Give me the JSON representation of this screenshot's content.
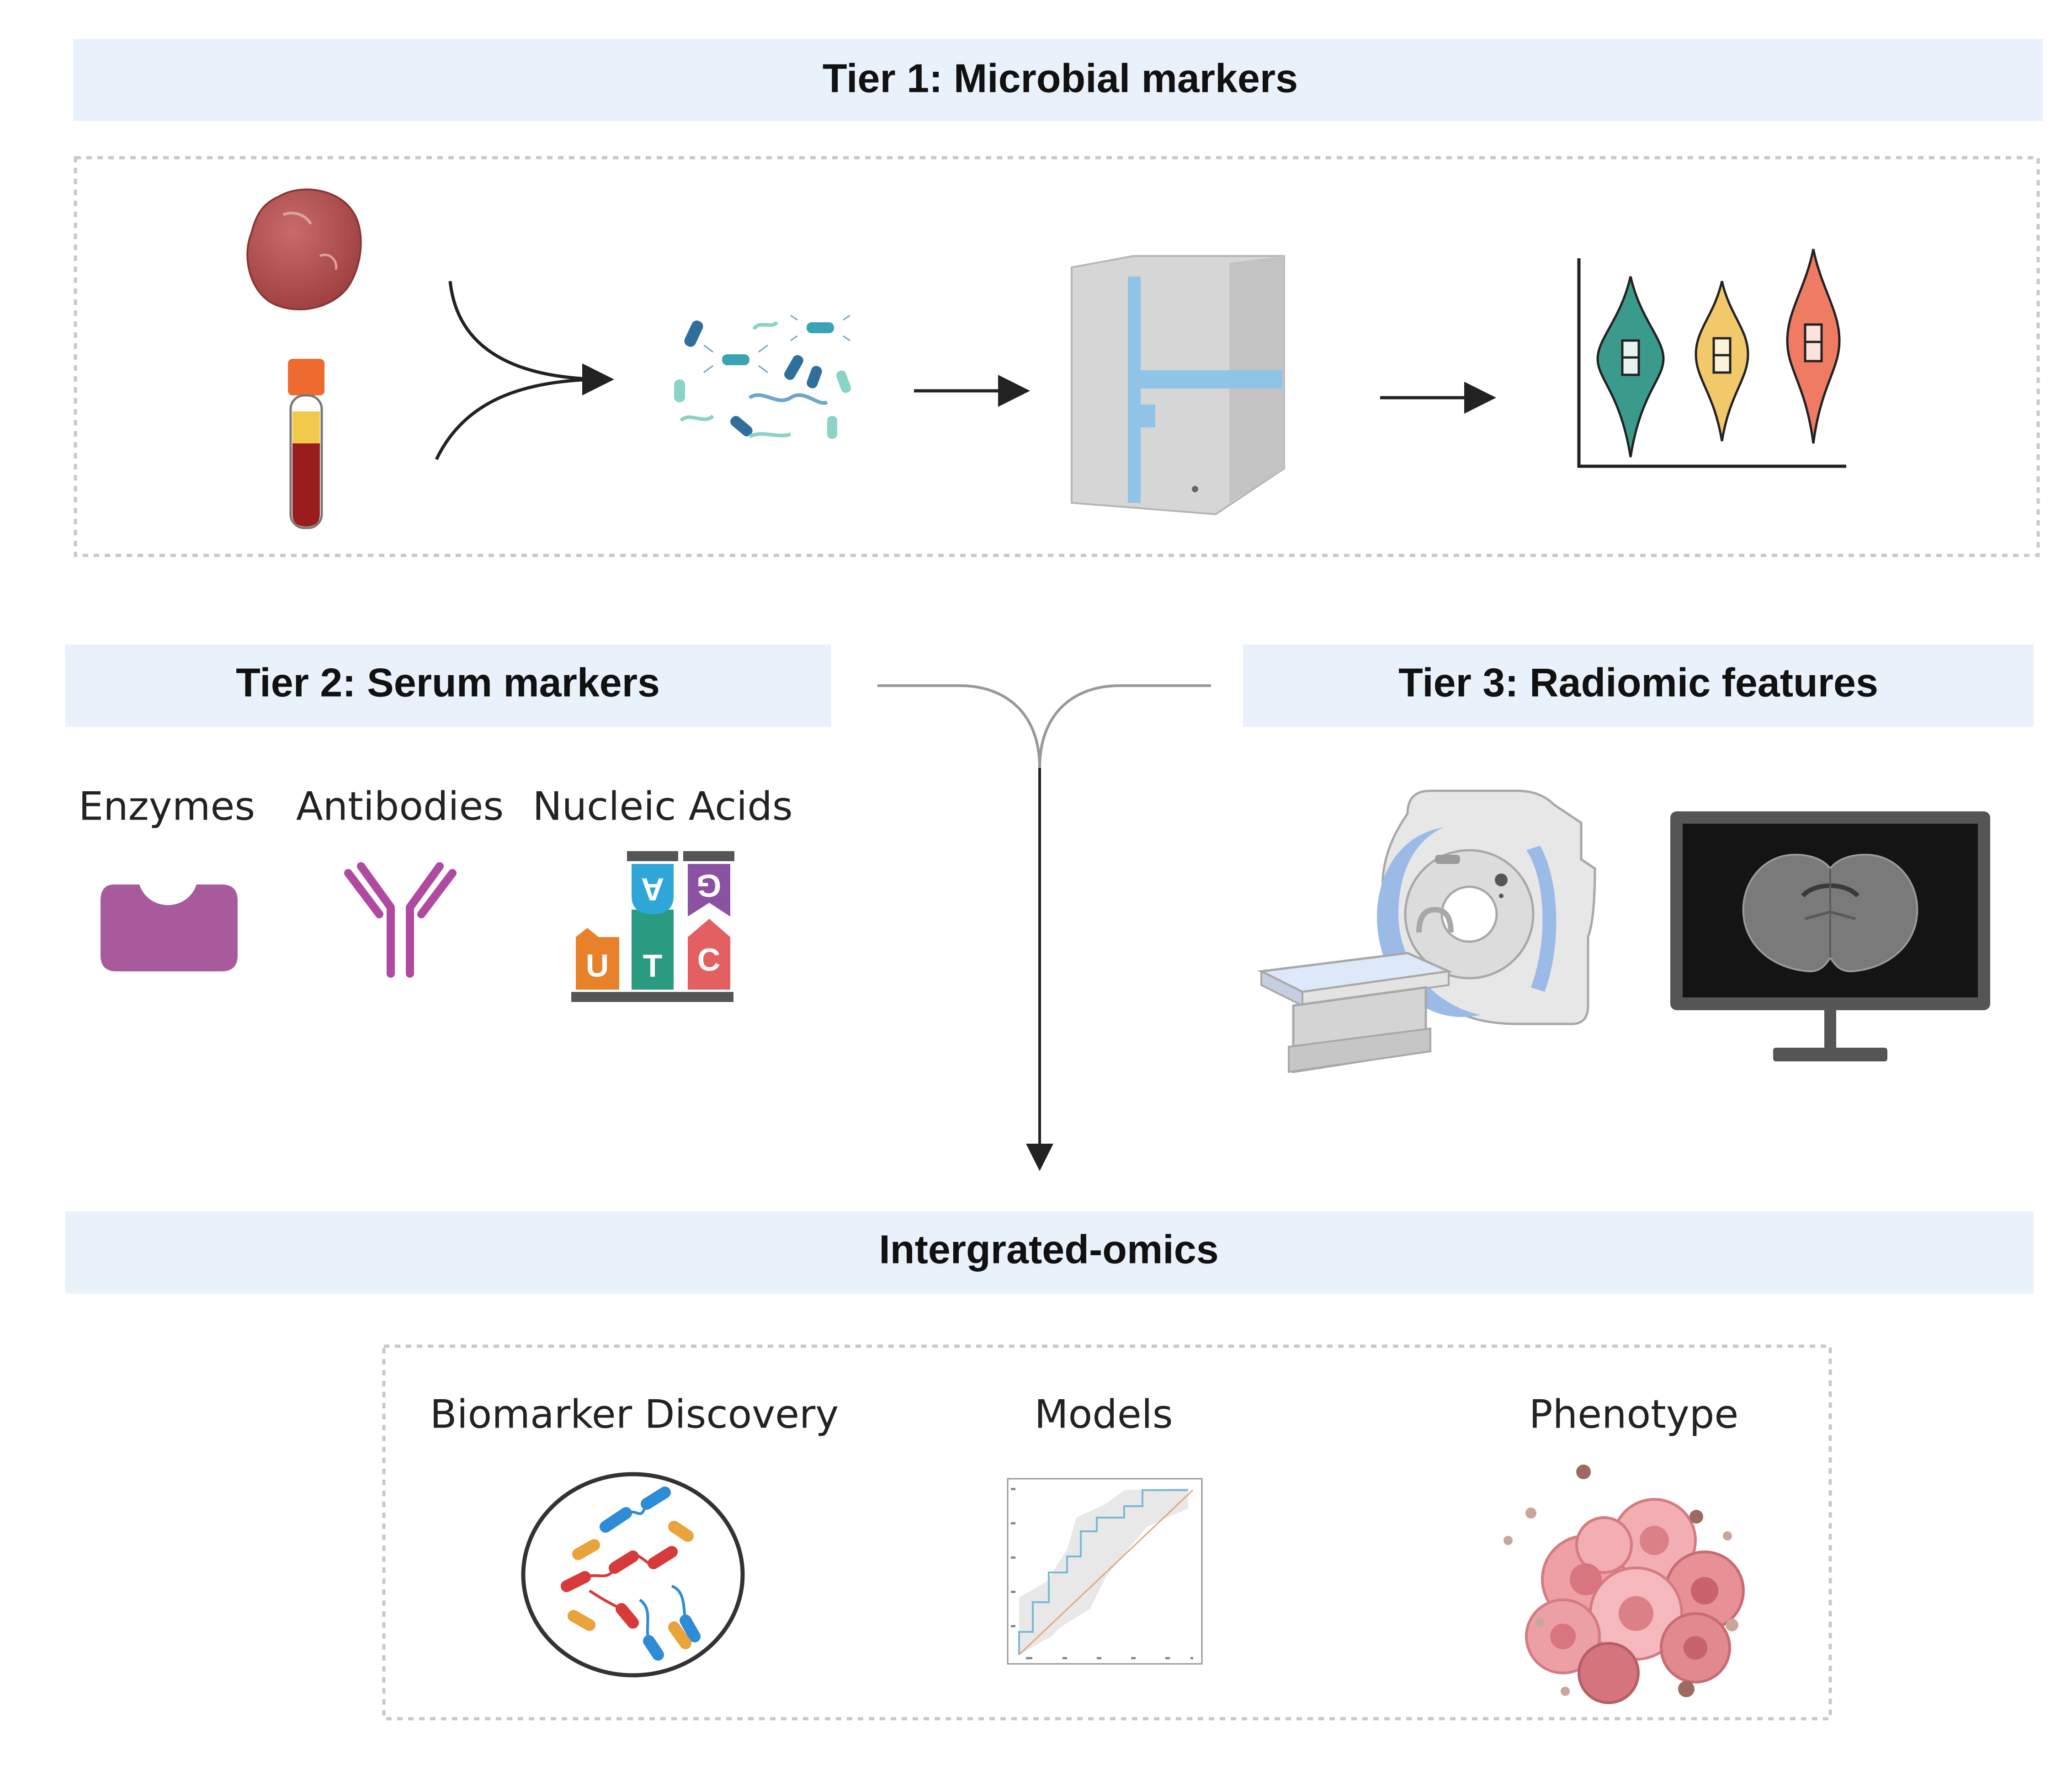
{
  "tier1": {
    "title": "Tier 1: Microbial markers"
  },
  "tier2": {
    "title": "Tier 2: Serum markers",
    "items": [
      {
        "label": "Enzymes",
        "icon": "enzyme-icon"
      },
      {
        "label": "Antibodies",
        "icon": "antibody-icon"
      },
      {
        "label": "Nucleic Acids",
        "icon": "nucleic-acid-icon"
      }
    ],
    "nucleotides": [
      "U",
      "T",
      "C",
      "A",
      "G"
    ]
  },
  "tier3": {
    "title": "Tier 3: Radiomic features"
  },
  "integrated": {
    "title": "Intergrated-omics",
    "items": [
      {
        "label": "Biomarker Discovery",
        "icon": "biomarker-discovery-icon"
      },
      {
        "label": "Models",
        "icon": "roc-curve-icon"
      },
      {
        "label": "Phenotype",
        "icon": "tumor-cells-icon"
      }
    ]
  },
  "colors": {
    "banner_bg": "#e9f1fb",
    "enzyme": "#a85a9d",
    "antibody": "#b04aa0",
    "nuc_orange": "#e8822a",
    "nuc_teal": "#2a9a80",
    "nuc_red": "#e35f62",
    "nuc_blue": "#2ea7d8",
    "nuc_purple": "#8b52a3",
    "violin_teal": "#3a9b8c",
    "violin_yellow": "#f1c86a",
    "violin_red": "#ee7b62"
  }
}
